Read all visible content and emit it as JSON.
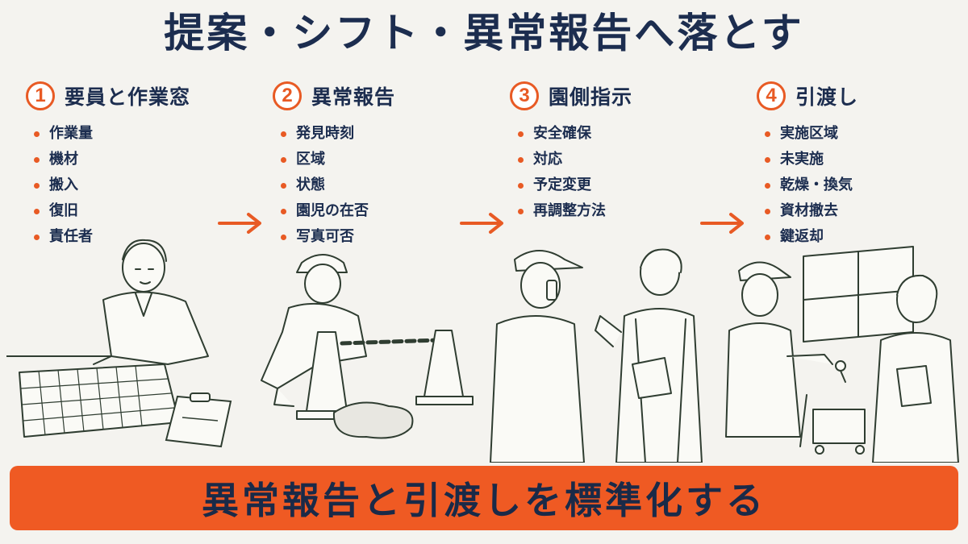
{
  "title": "提案・シフト・異常報告へ落とす",
  "steps": [
    {
      "number": "1",
      "title": "要員と作業窓",
      "items": [
        "作業量",
        "機材",
        "搬入",
        "復旧",
        "責任者"
      ]
    },
    {
      "number": "2",
      "title": "異常報告",
      "items": [
        "発見時刻",
        "区域",
        "状態",
        "園児の在否",
        "写真可否"
      ]
    },
    {
      "number": "3",
      "title": "園側指示",
      "items": [
        "安全確保",
        "対応",
        "予定変更",
        "再調整方法"
      ]
    },
    {
      "number": "4",
      "title": "引渡し",
      "items": [
        "実施区域",
        "未実施",
        "乾燥・換気",
        "資材撤去",
        "鍵返却"
      ]
    }
  ],
  "banner": "異常報告と引渡しを標準化する",
  "colors": {
    "accent": "#e85a24",
    "navy": "#1c2d4f",
    "background": "#f4f3ef",
    "line": "#2f3d31"
  },
  "icons": [
    "arrow-right-icon"
  ]
}
